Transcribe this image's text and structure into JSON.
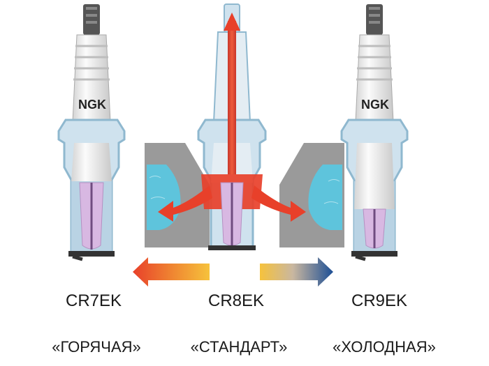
{
  "plugs": [
    {
      "brand": "NGK",
      "code": "CR7EK",
      "heat_range": "«ГОРЯЧАЯ»"
    },
    {
      "brand": "",
      "code": "CR8EK",
      "heat_range": "«СТАНДАРТ»"
    },
    {
      "brand": "NGK",
      "code": "CR9EK",
      "heat_range": "«ХОЛОДНАЯ»"
    }
  ],
  "colors": {
    "hot": "#e8402a",
    "warm": "#f6c23c",
    "cold": "#1d4f95",
    "coolant": "#5ec4dc",
    "head": "#9a9a9a",
    "ceramic": "#ececec",
    "tip": "#d8b8e2",
    "steel": "#8fb8cf"
  }
}
